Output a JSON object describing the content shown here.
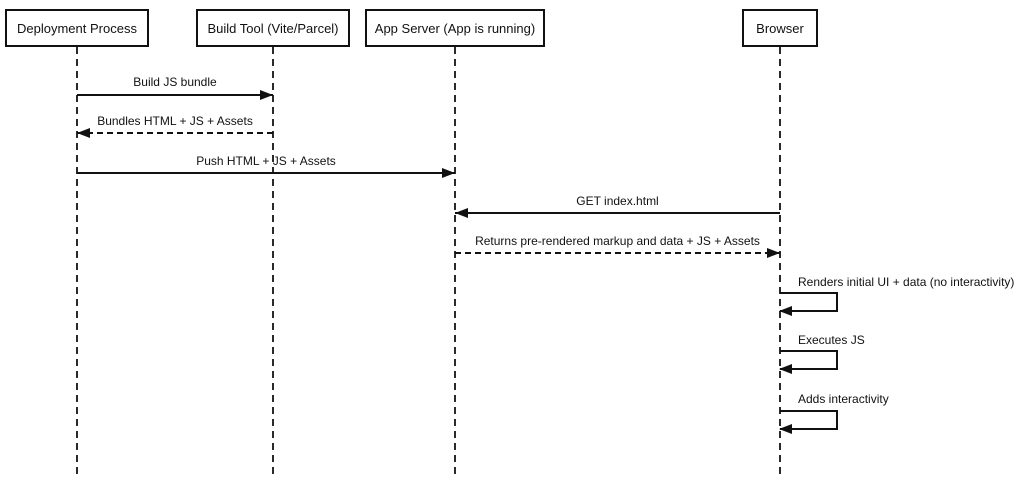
{
  "diagram": {
    "type": "sequence-diagram",
    "title": "Deployment / SSR hydration sequence",
    "colors": {
      "line": "#111111",
      "text": "#111111",
      "background": "#ffffff"
    },
    "actors": [
      {
        "id": "deployment-process",
        "label": "Deployment Process"
      },
      {
        "id": "build-tool",
        "label": "Build Tool (Vite/Parcel)"
      },
      {
        "id": "app-server",
        "label": "App Server (App is running)"
      },
      {
        "id": "browser",
        "label": "Browser"
      }
    ],
    "messages": [
      {
        "label": "Build JS bundle",
        "from": "deployment-process",
        "to": "build-tool",
        "line": "solid",
        "direction": "right"
      },
      {
        "label": "Bundles HTML + JS + Assets",
        "from": "build-tool",
        "to": "deployment-process",
        "line": "dashed",
        "direction": "left"
      },
      {
        "label": "Push HTML + JS + Assets",
        "from": "deployment-process",
        "to": "app-server",
        "line": "solid",
        "direction": "right"
      },
      {
        "label": "GET index.html",
        "from": "browser",
        "to": "app-server",
        "line": "solid",
        "direction": "left"
      },
      {
        "label": "Returns pre-rendered markup and data + JS + Assets",
        "from": "app-server",
        "to": "browser",
        "line": "dashed",
        "direction": "right"
      },
      {
        "label": "Renders initial UI + data (no interactivity)",
        "from": "browser",
        "to": "browser",
        "line": "solid",
        "direction": "self"
      },
      {
        "label": "Executes JS",
        "from": "browser",
        "to": "browser",
        "line": "solid",
        "direction": "self"
      },
      {
        "label": "Adds interactivity",
        "from": "browser",
        "to": "browser",
        "line": "solid",
        "direction": "self"
      }
    ]
  }
}
